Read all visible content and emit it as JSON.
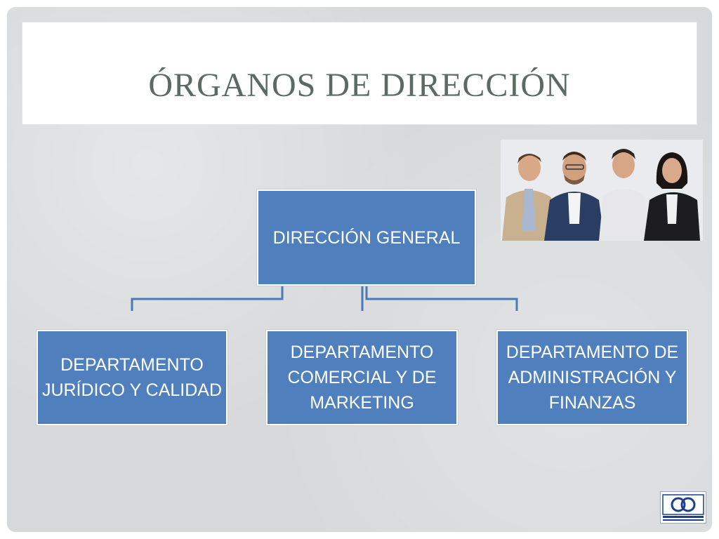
{
  "slide": {
    "title": "ÓRGANOS DE DIRECCIÓN"
  },
  "org_chart": {
    "root": {
      "label": "DIRECCIÓN GENERAL"
    },
    "children": [
      {
        "label": "DEPARTAMENTO JURÍDICO Y CALIDAD"
      },
      {
        "label": "DEPARTAMENTO COMERCIAL Y DE MARKETING"
      },
      {
        "label": "DEPARTAMENTO DE ADMINISTRACIÓN Y FINANZAS"
      }
    ]
  },
  "colors": {
    "box_fill": "#4f80bd",
    "connector": "#4a7ab6",
    "title_text": "#5b6b64"
  },
  "photo": {
    "subject": "team-photo-four-people"
  },
  "logo": {
    "icon": "company-logo-icon"
  }
}
